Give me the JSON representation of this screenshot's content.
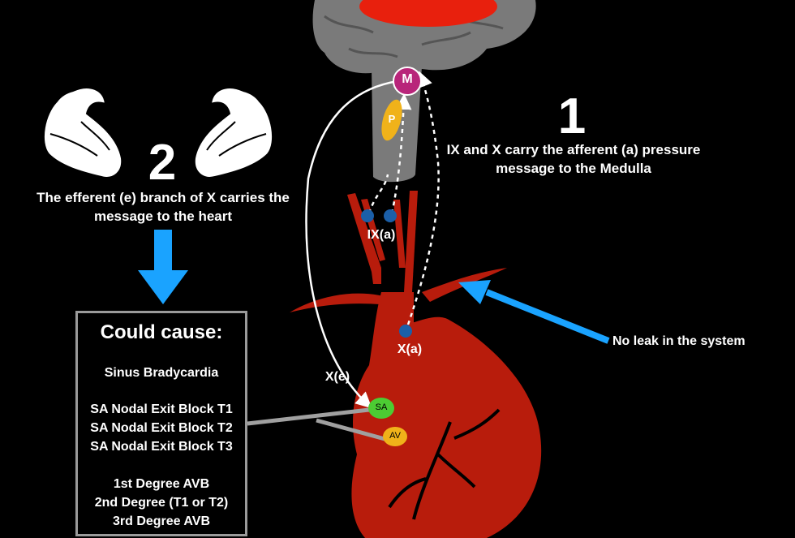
{
  "step1": {
    "number": "1",
    "text_line1": "IX and X carry the afferent (a) pressure",
    "text_line2": "message to the Medulla"
  },
  "step2": {
    "number": "2",
    "text_line1": "The efferent (e) branch of X carries the",
    "text_line2": "message to the heart"
  },
  "nodes": {
    "medulla": "M",
    "pons": "P",
    "sa": "SA",
    "av": "AV"
  },
  "labels": {
    "ix_afferent": "IX(a)",
    "x_afferent": "X(a)",
    "x_efferent": "X(e)",
    "no_leak": "No leak in the system"
  },
  "cause_box": {
    "title": "Could cause:",
    "items": [
      "Sinus Bradycardia",
      "SA Nodal Exit Block T1",
      "SA Nodal Exit Block T2",
      "SA Nodal Exit Block T3",
      "1st Degree AVB",
      "2nd Degree (T1 or T2)",
      "3rd Degree AVB"
    ]
  },
  "icons": [
    "flexed-bicep-icon-left",
    "flexed-bicep-icon-right",
    "down-arrow-icon",
    "pointer-arrow-icon"
  ],
  "colors": {
    "background": "#000000",
    "heart": "#b81c0c",
    "brain": "#7a7a7a",
    "brain_red": "#e8200d",
    "medulla_node": "#b8257a",
    "pons_node": "#f0b21a",
    "sa_node": "#4ccc33",
    "av_node": "#f0b21a",
    "arrow_blue": "#1aa3ff",
    "receptor_blue": "#1b5fa8"
  }
}
